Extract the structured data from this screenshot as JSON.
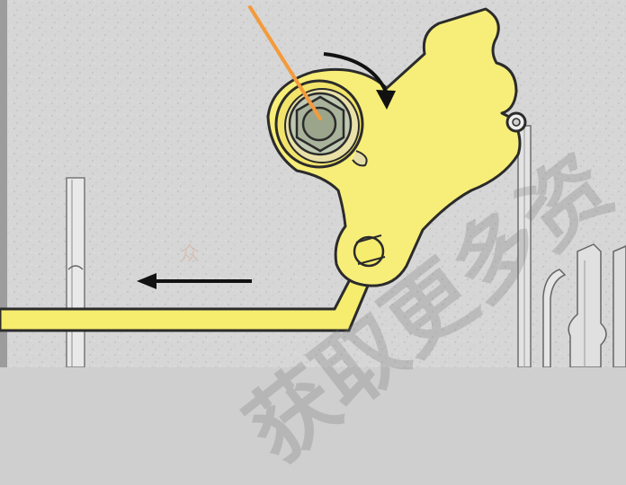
{
  "colors": {
    "background": "#d3d3d3",
    "part_fill": "#f7ee79",
    "outline": "#2b2b2b",
    "pointer": "#f49a3a",
    "arrow": "#111111",
    "hub": "#a8b39a",
    "rod": "#f6ec6e",
    "frame_border": "#9e9e9e"
  },
  "arrows": {
    "rotation": "clockwise",
    "linear": "left"
  },
  "watermark": {
    "text": "获取更多资",
    "small_text": "众"
  }
}
